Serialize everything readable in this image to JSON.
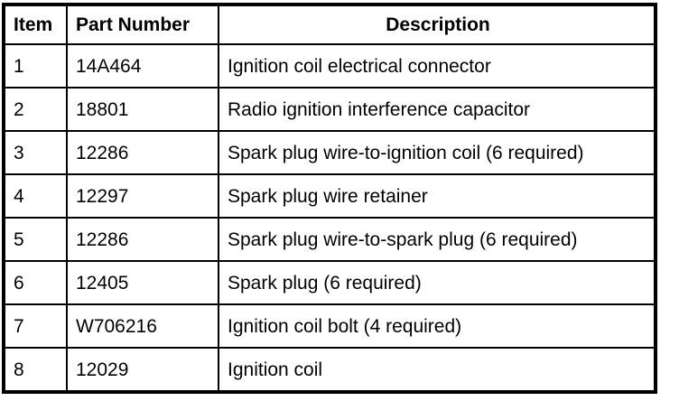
{
  "colors": {
    "border": "#000000",
    "background": "#ffffff",
    "text": "#000000"
  },
  "table": {
    "name": "parts-list",
    "headers": [
      "Item",
      "Part Number",
      "Description"
    ],
    "rows": [
      {
        "item": "1",
        "part_number": "14A464",
        "description": "Ignition coil electrical connector"
      },
      {
        "item": "2",
        "part_number": "18801",
        "description": "Radio ignition interference capacitor"
      },
      {
        "item": "3",
        "part_number": "12286",
        "description": "Spark plug wire-to-ignition coil (6 required)"
      },
      {
        "item": "4",
        "part_number": "12297",
        "description": "Spark plug wire retainer"
      },
      {
        "item": "5",
        "part_number": "12286",
        "description": "Spark plug wire-to-spark plug (6 required)"
      },
      {
        "item": "6",
        "part_number": "12405",
        "description": "Spark plug (6 required)"
      },
      {
        "item": "7",
        "part_number": "W706216",
        "description": "Ignition coil bolt (4 required)"
      },
      {
        "item": "8",
        "part_number": "12029",
        "description": "Ignition coil"
      }
    ]
  }
}
